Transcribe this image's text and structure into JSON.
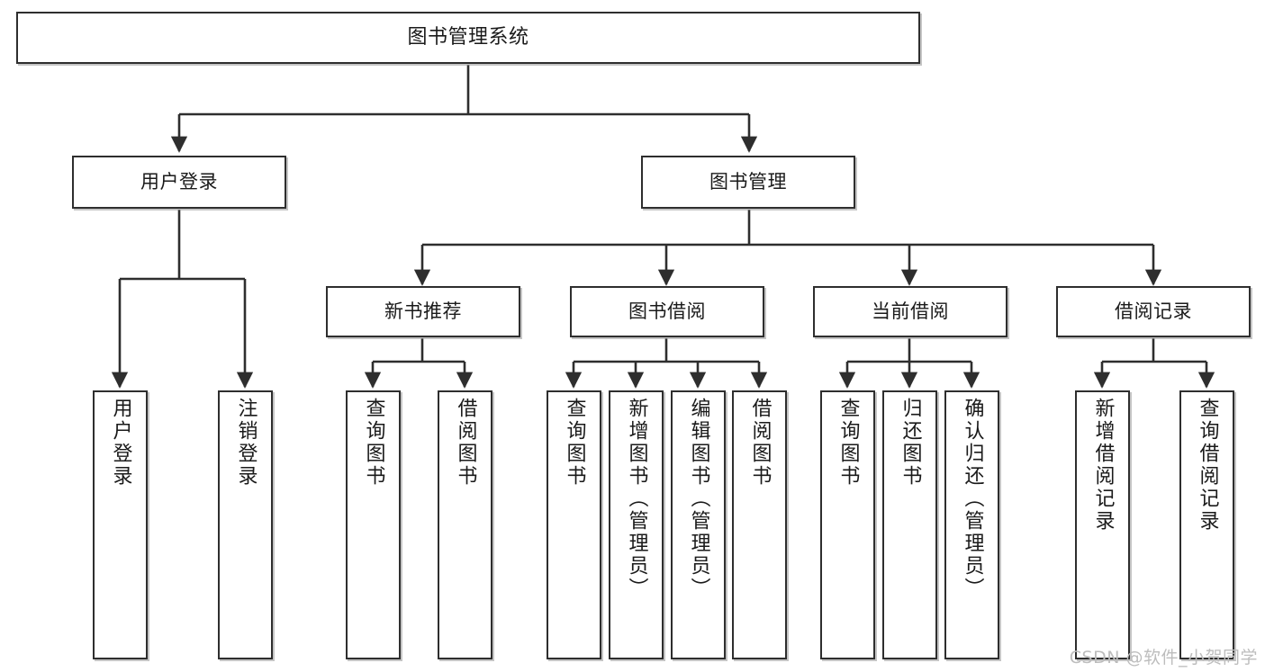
{
  "diagram": {
    "title": "图书管理系统",
    "type": "tree-hierarchy-chart",
    "orientation": "top-down",
    "colors": {
      "box_border": "#2e2e2e",
      "box_fill": "#ffffff",
      "edge": "#2e2e2e",
      "text": "#1a1a1a",
      "watermark": "#bdbdbd",
      "background": "#ffffff"
    }
  },
  "watermark": {
    "text": "CSDN @软件_小贺同学"
  },
  "root": {
    "label": "图书管理系统"
  },
  "level1": [
    {
      "id": "user-login",
      "label": "用户登录"
    },
    {
      "id": "book-manage",
      "label": "图书管理"
    }
  ],
  "level2": [
    {
      "id": "new-book-recommend",
      "label": "新书推荐",
      "parent": "book-manage"
    },
    {
      "id": "book-borrow",
      "label": "图书借阅",
      "parent": "book-manage"
    },
    {
      "id": "current-borrow",
      "label": "当前借阅",
      "parent": "book-manage"
    },
    {
      "id": "borrow-record",
      "label": "借阅记录",
      "parent": "book-manage"
    }
  ],
  "leaves": [
    {
      "id": "leaf-user-login",
      "label": "用户登录",
      "parent": "user-login"
    },
    {
      "id": "leaf-user-logout",
      "label": "注销登录",
      "parent": "user-login"
    },
    {
      "id": "leaf-query-book-1",
      "label": "查询图书",
      "parent": "new-book-recommend"
    },
    {
      "id": "leaf-borrow-book-1",
      "label": "借阅图书",
      "parent": "new-book-recommend"
    },
    {
      "id": "leaf-query-book-2",
      "label": "查询图书",
      "parent": "book-borrow"
    },
    {
      "id": "leaf-add-book",
      "label": "新增图书（管理员）",
      "parent": "book-borrow"
    },
    {
      "id": "leaf-edit-book",
      "label": "编辑图书（管理员）",
      "parent": "book-borrow"
    },
    {
      "id": "leaf-borrow-book-2",
      "label": "借阅图书",
      "parent": "book-borrow"
    },
    {
      "id": "leaf-query-book-3",
      "label": "查询图书",
      "parent": "current-borrow"
    },
    {
      "id": "leaf-return-book",
      "label": "归还图书",
      "parent": "current-borrow"
    },
    {
      "id": "leaf-confirm-return",
      "label": "确认归还（管理员）",
      "parent": "current-borrow"
    },
    {
      "id": "leaf-add-record",
      "label": "新增借阅记录",
      "parent": "borrow-record"
    },
    {
      "id": "leaf-query-record",
      "label": "查询借阅记录",
      "parent": "borrow-record"
    }
  ]
}
